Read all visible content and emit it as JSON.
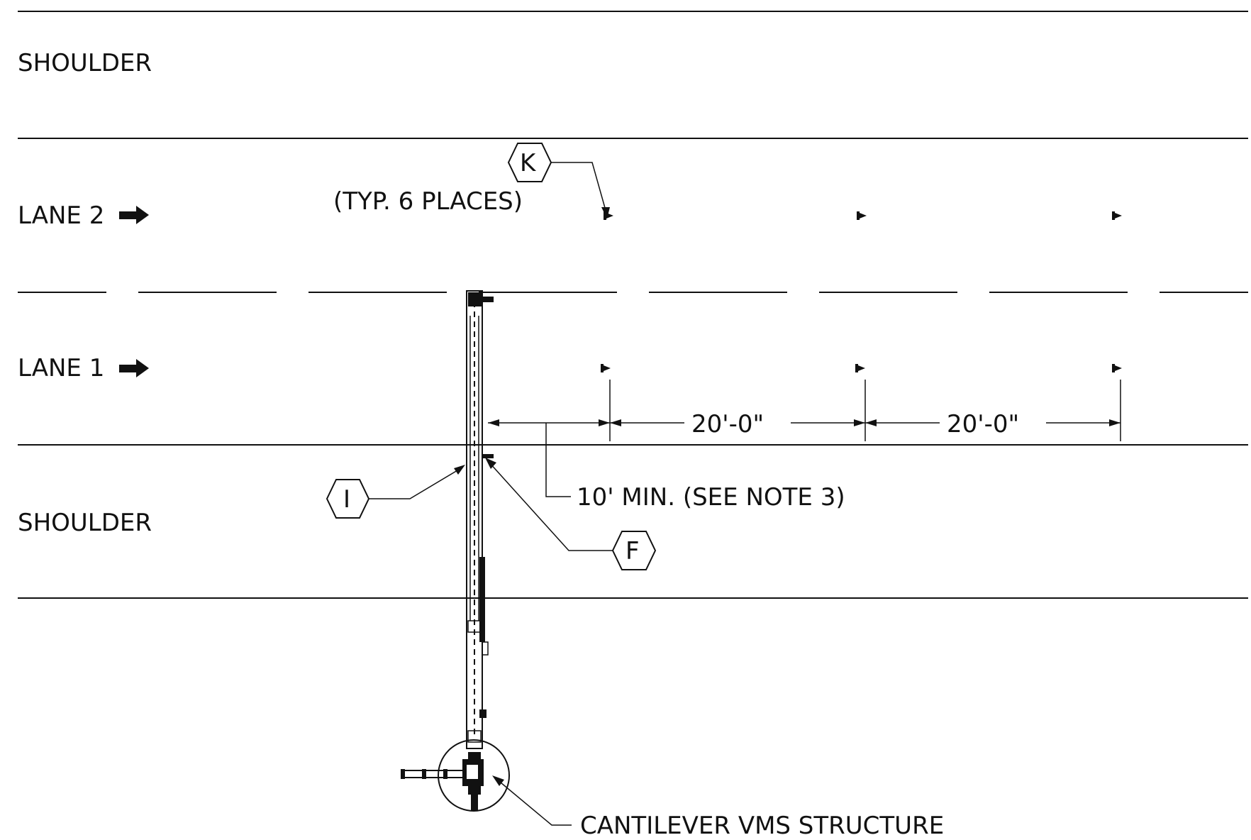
{
  "labels": {
    "shoulder_top": "SHOULDER",
    "lane2": "LANE 2",
    "lane1": "LANE 1",
    "shoulder_bottom": "SHOULDER",
    "typ_places": "(TYP. 6 PLACES)",
    "dim1": "20'-0\"",
    "dim2": "20'-0\"",
    "min_offset": "10' MIN. (SEE NOTE 3)",
    "structure": "CANTILEVER VMS STRUCTURE"
  },
  "callouts": {
    "k": "K",
    "i": "I",
    "f": "F"
  },
  "colors": {
    "ink": "#111111",
    "background": "#ffffff"
  }
}
